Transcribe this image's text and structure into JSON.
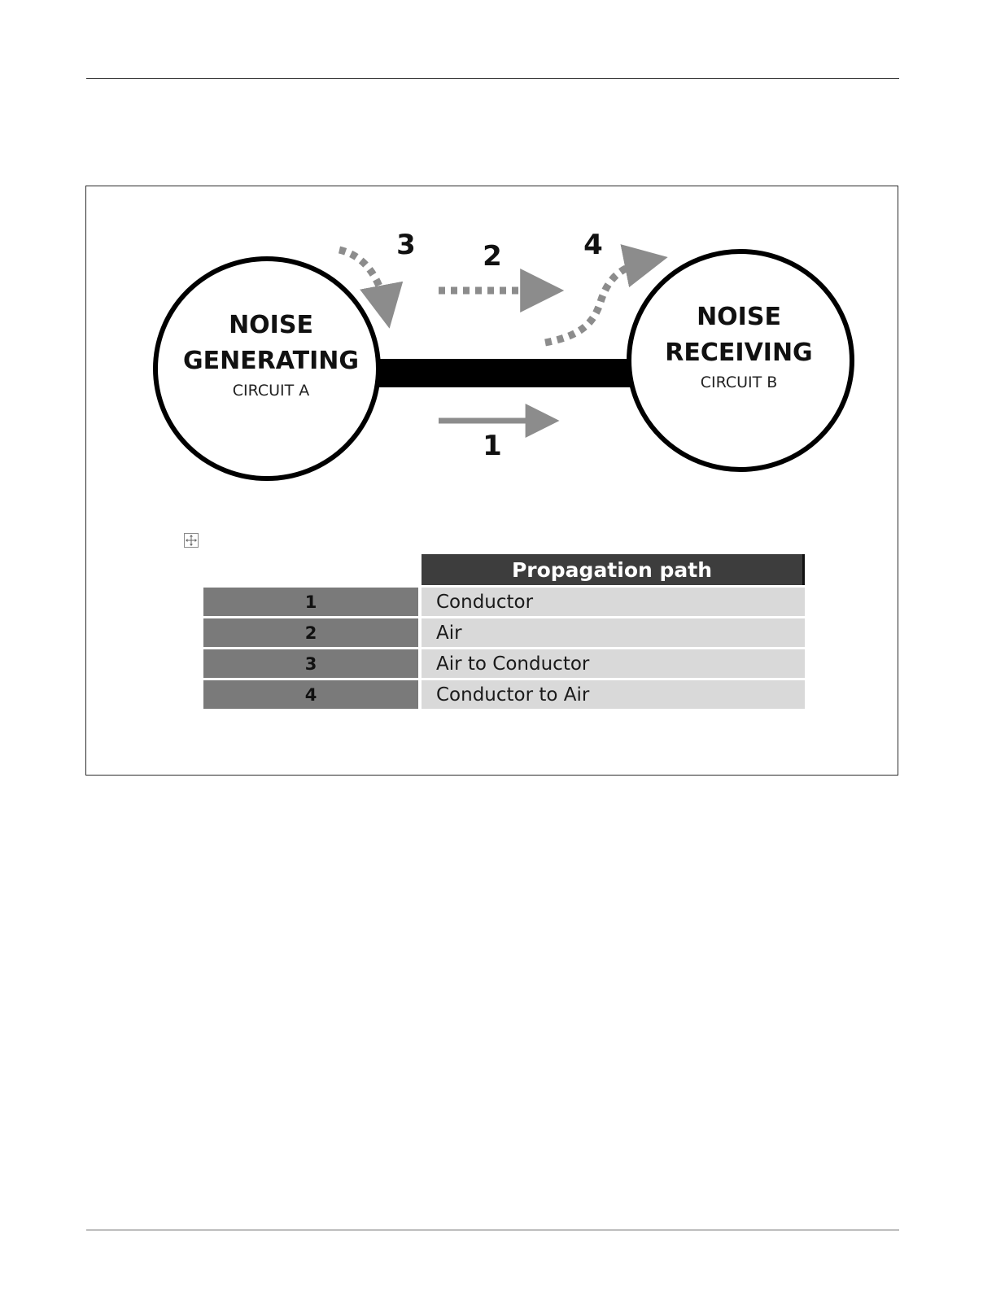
{
  "diagram": {
    "generating": {
      "title_line1": "NOISE",
      "title_line2": "GENERATING",
      "subtitle": "CIRCUIT A"
    },
    "receiving": {
      "title_line1": "NOISE",
      "title_line2": "RECEIVING",
      "subtitle": "CIRCUIT B"
    },
    "path_numbers": [
      "1",
      "2",
      "3",
      "4"
    ]
  },
  "table": {
    "header": "Propagation path",
    "rows": [
      {
        "num": "1",
        "path": "Conductor"
      },
      {
        "num": "2",
        "path": "Air"
      },
      {
        "num": "3",
        "path": "Air to Conductor"
      },
      {
        "num": "4",
        "path": "Conductor to Air"
      }
    ]
  },
  "colors": {
    "header_bg": "#3d3d3d",
    "index_bg": "#7a7a7a",
    "path_bg": "#d9d9d9",
    "arrow": "#8c8c8c"
  }
}
